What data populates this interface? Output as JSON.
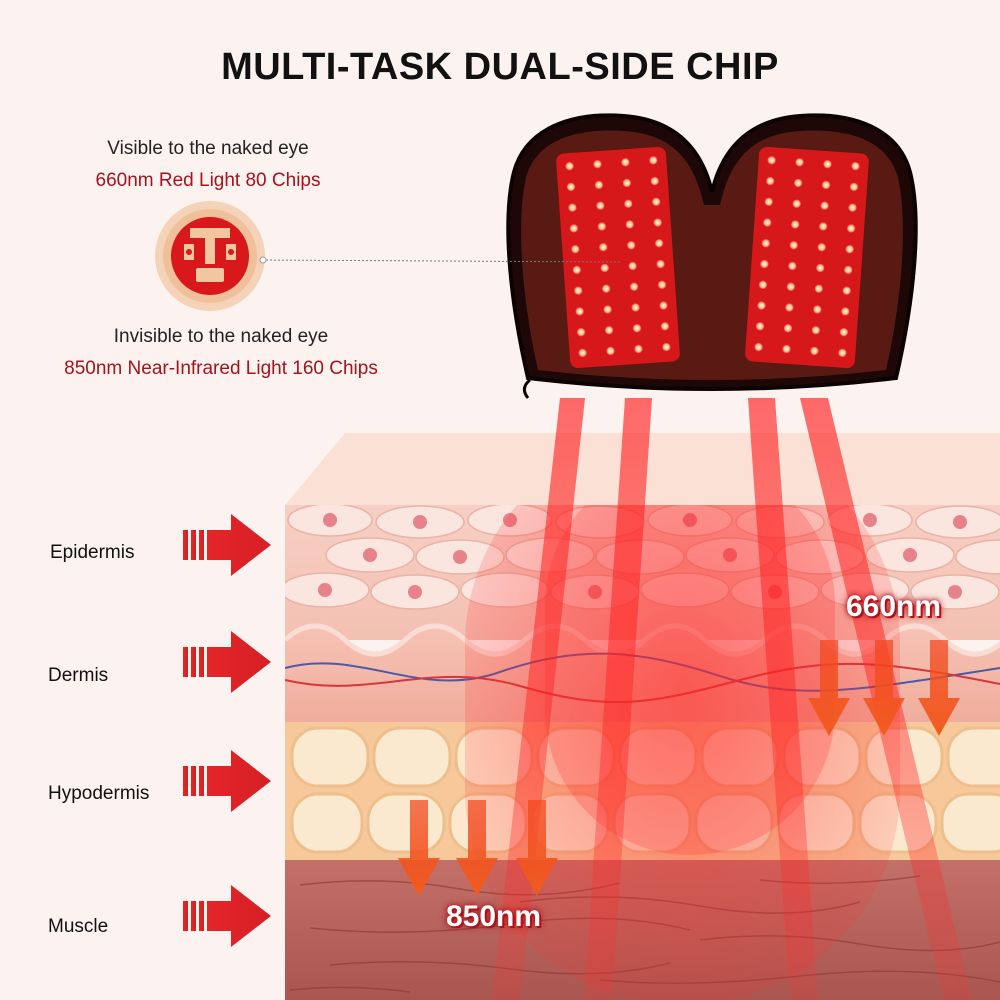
{
  "title": "MULTI-TASK DUAL-SIDE CHIP",
  "visible": {
    "caption": "Visible to the naked eye",
    "spec": "660nm Red Light 80 Chips"
  },
  "invisible": {
    "caption": "Invisible to the naked eye",
    "spec": "850nm Near-Infrared Light 160 Chips"
  },
  "layers": [
    {
      "label": "Epidermis"
    },
    {
      "label": "Dermis"
    },
    {
      "label": "Hypodermis"
    },
    {
      "label": "Muscle"
    }
  ],
  "wavelengths": {
    "red": "660nm",
    "nir": "850nm"
  },
  "colors": {
    "accent_red": "#a3141c",
    "arrow_red": "#e4262b",
    "arrow_orange": "#f25c1f",
    "device_dark": "#1e0707"
  },
  "icons": [
    "chip-icon",
    "right-arrow-icon",
    "down-arrow-icon"
  ]
}
